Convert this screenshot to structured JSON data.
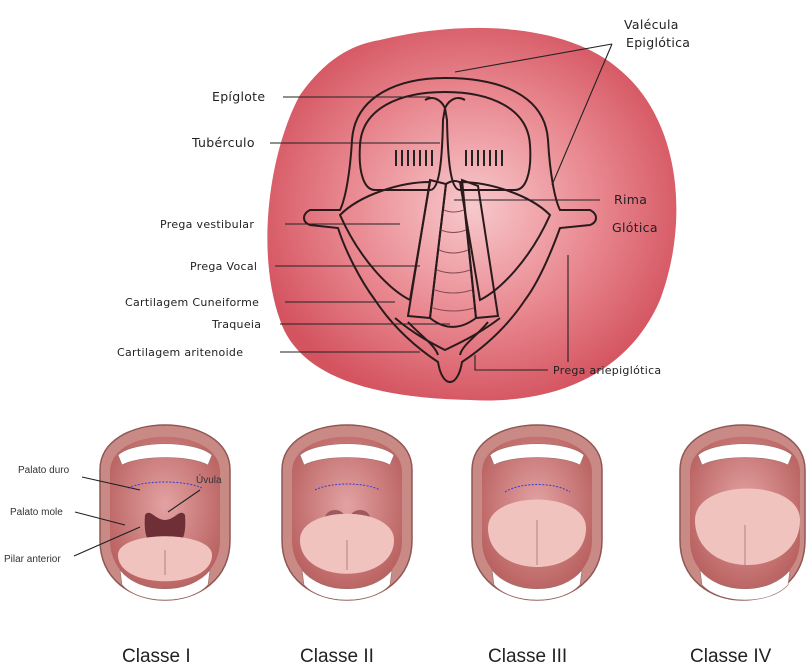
{
  "larynx": {
    "labels": {
      "valecula_line1": "Valécula",
      "valecula_line2": "Epiglótica",
      "epiglote": "Epíglote",
      "tuberculo": "Tubérculo",
      "prega_vestibular": "Prega vestibular",
      "prega_vocal": "Prega Vocal",
      "cartilagem_cuneiforme": "Cartilagem Cuneiforme",
      "traqueia": "Traqueia",
      "cartilagem_aritenoide": "Cartilagem aritenoide",
      "rima_line1": "Rima",
      "rima_line2": "Glótica",
      "prega_ariepiglotica": "Prega ariepiglótica"
    }
  },
  "mallampati": {
    "labels": {
      "palato_duro": "Palato duro",
      "palato_mole": "Palato mole",
      "pilar_anterior": "Pilar anterior",
      "uvula": "Úvula"
    },
    "classes": [
      "Classe I",
      "Classe II",
      "Classe III",
      "Classe IV"
    ]
  },
  "colors": {
    "mucosa": "#d85a6a",
    "tissue": "#f2c4c4",
    "cords": "#fbeede",
    "lip": "#c98a86",
    "tongue": "#f1c3bf"
  }
}
